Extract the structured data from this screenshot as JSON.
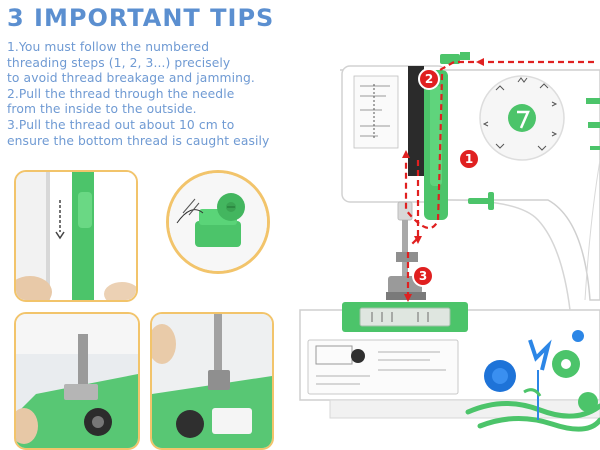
{
  "title": "3 IMPORTANT TIPS",
  "tips": [
    "1.You must follow the numbered",
    "threading steps (1, 2, 3...) precisely",
    "to avoid thread breakage and jamming.",
    "2.Pull the thread through the needle",
    "from the inside to the outside.",
    "3.Pull the thread out about 10 cm to",
    "ensure the bottom thread is caught easily"
  ],
  "steps": [
    "1",
    "2",
    "3"
  ],
  "colors": {
    "title": "#5b8fd0",
    "accent_green": "#4cc46a",
    "step_red": "#e02020",
    "frame_border": "#f2c46b"
  }
}
